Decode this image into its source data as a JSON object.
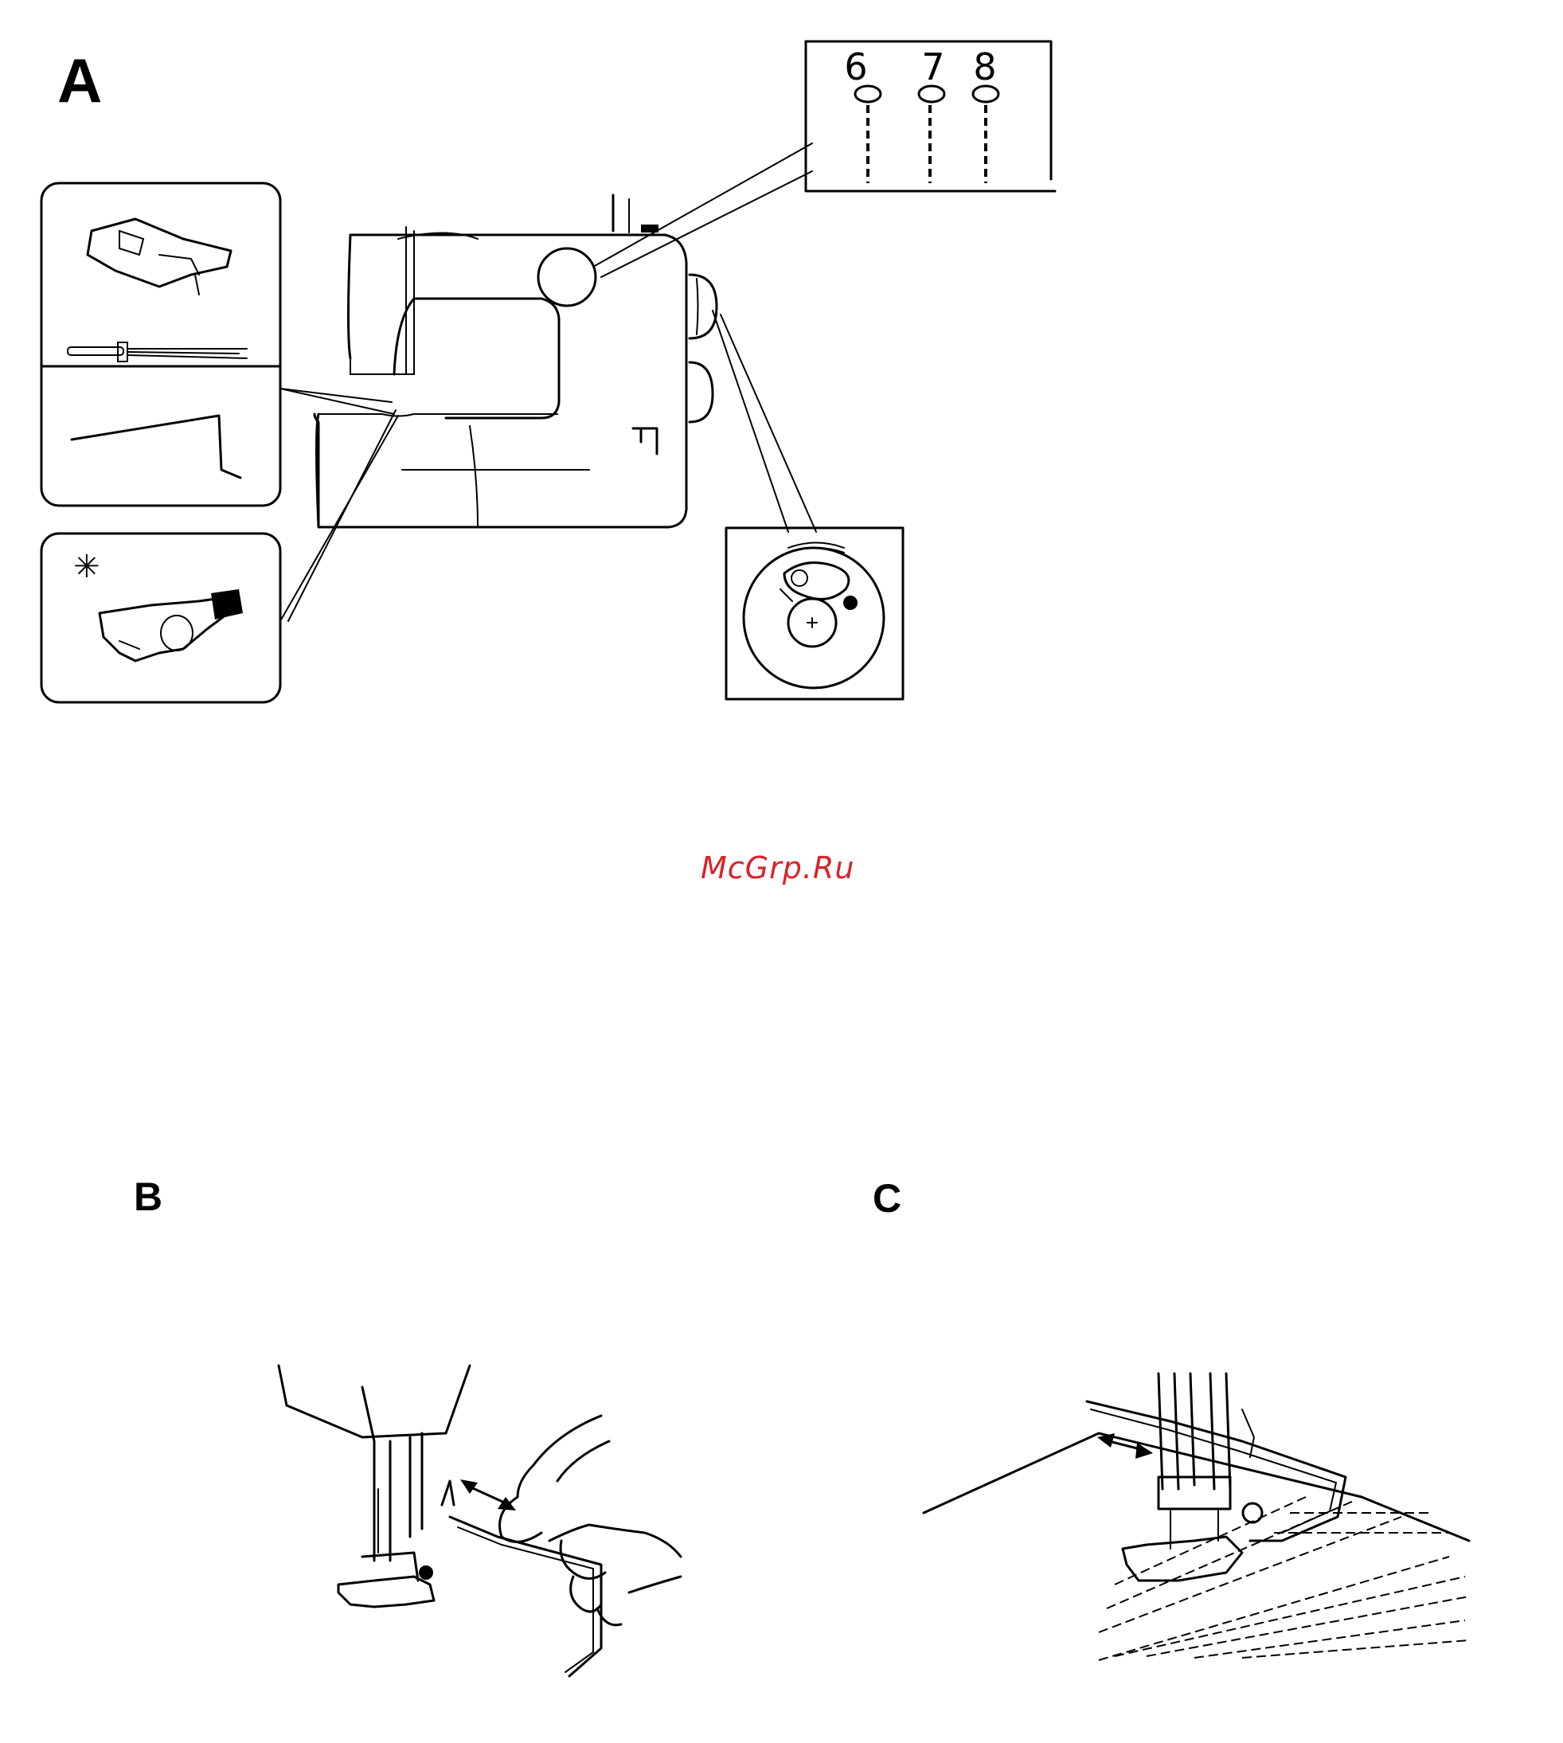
{
  "figures": {
    "a": {
      "label": "A"
    },
    "b": {
      "label": "B"
    },
    "c": {
      "label": "C"
    }
  },
  "stitch_selector": {
    "positions": [
      "6",
      "7",
      "8"
    ]
  },
  "accessory_panel": {
    "optional_marker": "✳"
  },
  "watermark": {
    "text": "McGrp.Ru",
    "color": "#d8232a"
  }
}
